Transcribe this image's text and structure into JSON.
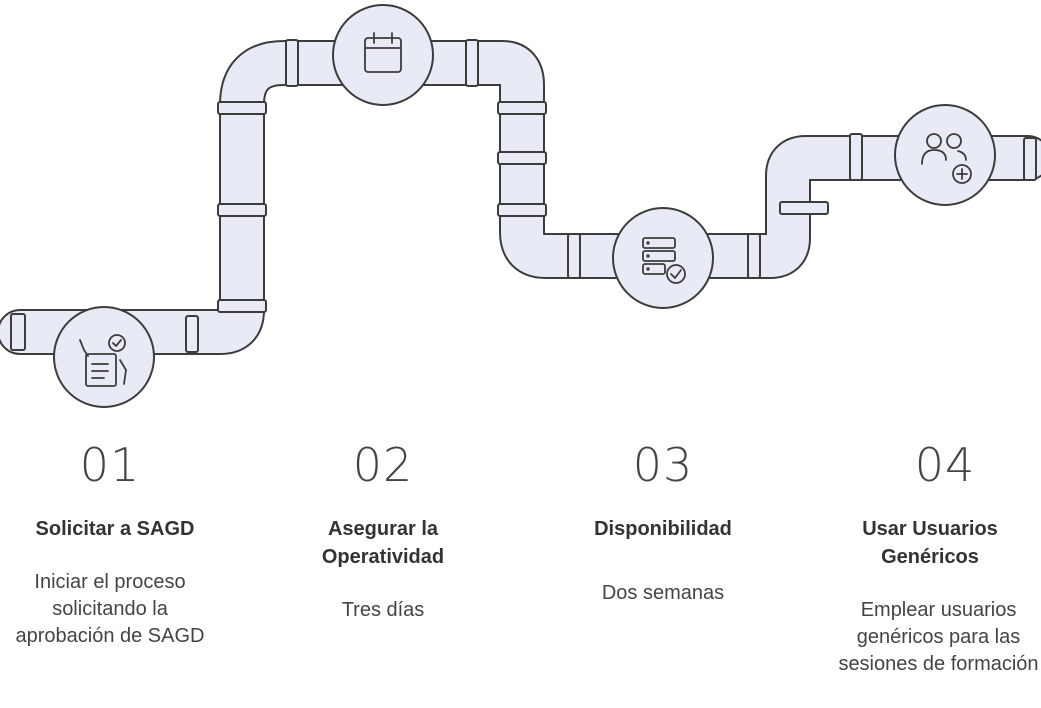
{
  "colors": {
    "pipe_fill": "#e8ebf6",
    "pipe_stroke": "#3c3c3c",
    "text_dark": "#333333",
    "text_body": "#444444"
  },
  "steps": [
    {
      "number": "01",
      "title": "Solicitar a SAGD",
      "description": "Iniciar el proceso solicitando la aprobación de SAGD",
      "icon": "approval-document-icon"
    },
    {
      "number": "02",
      "title": "Asegurar la Operatividad",
      "description": "Tres días",
      "icon": "calendar-icon"
    },
    {
      "number": "03",
      "title": "Disponibilidad",
      "description": "Dos semanas",
      "icon": "server-check-icon"
    },
    {
      "number": "04",
      "title": "Usar Usuarios Genéricos",
      "description": "Emplear usuarios genéricos para las sesiones de formación",
      "icon": "add-users-icon"
    }
  ]
}
